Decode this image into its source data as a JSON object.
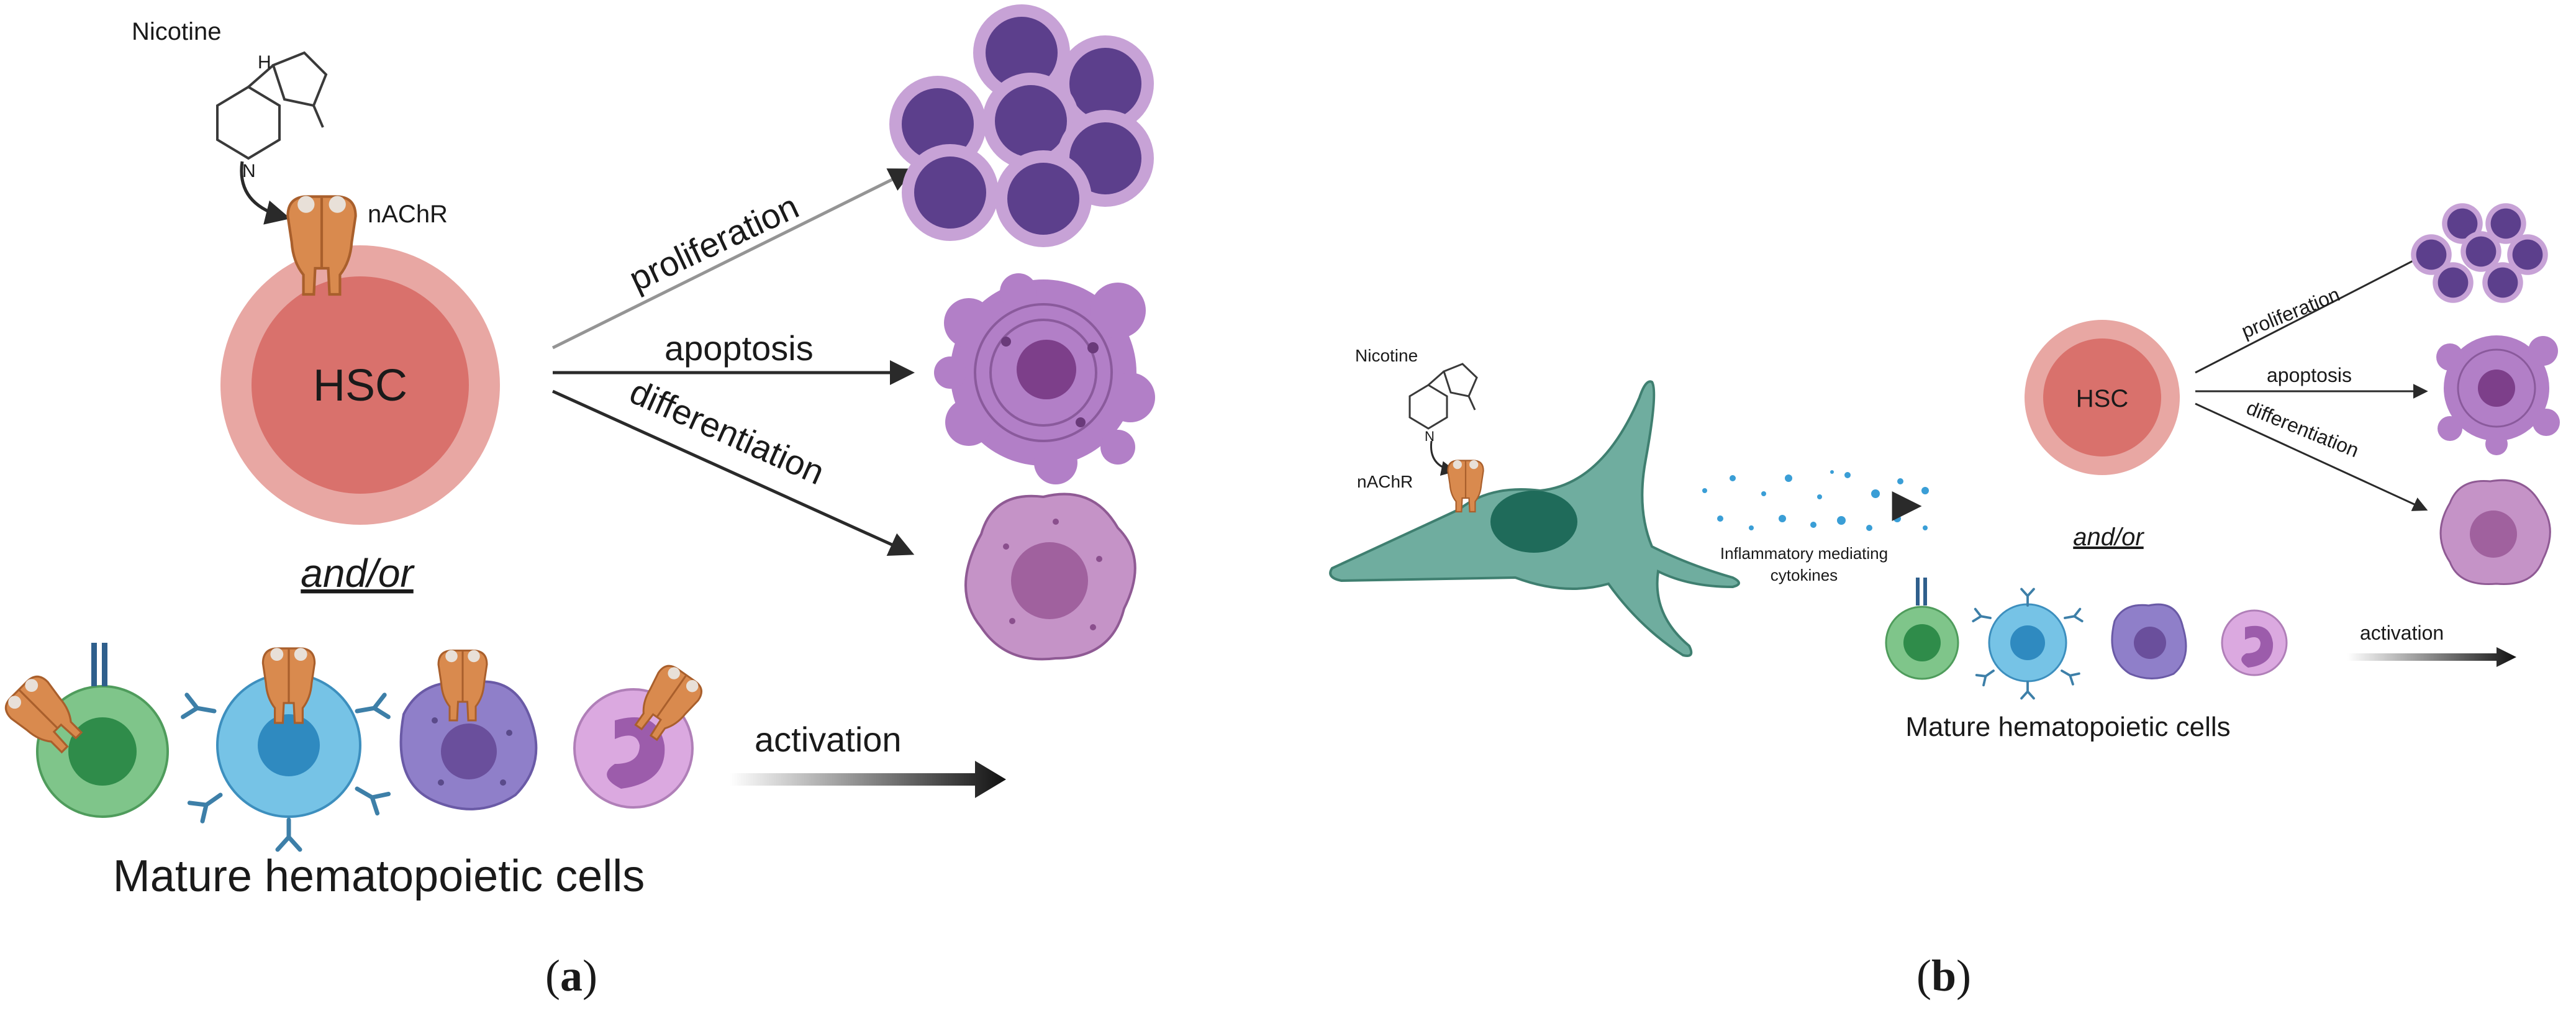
{
  "panel_a": {
    "drug_label": "Nicotine",
    "receptor_label": "nAChR",
    "stem_cell_label": "HSC",
    "proliferation_label": "proliferation",
    "apoptosis_label": "apoptosis",
    "differentiation_label": "differentiation",
    "connector_label": "and/or",
    "activation_label": "activation",
    "mature_cells_label": "Mature hematopoietic cells",
    "caption_letter": "a"
  },
  "panel_b": {
    "drug_label": "Nicotine",
    "receptor_label": "nAChR",
    "cytokine_label_line1": "Inflammatory mediating",
    "cytokine_label_line2": "cytokines",
    "stem_cell_label": "HSC",
    "proliferation_label": "proliferation",
    "apoptosis_label": "apoptosis",
    "differentiation_label": "differentiation",
    "connector_label": "and/or",
    "activation_label": "activation",
    "mature_cells_label": "Mature hematopoietic cells",
    "caption_letter": "b"
  },
  "colors": {
    "hsc_outer": "#e8a7a3",
    "hsc_inner": "#d9716c",
    "proliferating_outer": "#c7a2d6",
    "proliferating_inner": "#5c3f8c",
    "apoptotic": "#b27fc7",
    "apoptotic_nucleus": "#7d3f8a",
    "differentiated": "#c593c7",
    "receptor": "#d98a4e",
    "lymphocyte": "#7fc58a",
    "lymphocyte_nucleus": "#2f8c4a",
    "monocyte": "#76c3e6",
    "monocyte_nucleus": "#2f8ac0",
    "granulocyte": "#8f7fc9",
    "neutrophil": "#dba9e0",
    "neutrophil_nucleus": "#9c5cab",
    "glial_cell": "#6fad9f",
    "glial_nucleus": "#1f6b5a",
    "cytokine_dots": "#3a9ed6"
  },
  "icons": [
    "nicotine-molecule-icon",
    "receptor-icon",
    "antibody-icon",
    "arrow-icon"
  ]
}
